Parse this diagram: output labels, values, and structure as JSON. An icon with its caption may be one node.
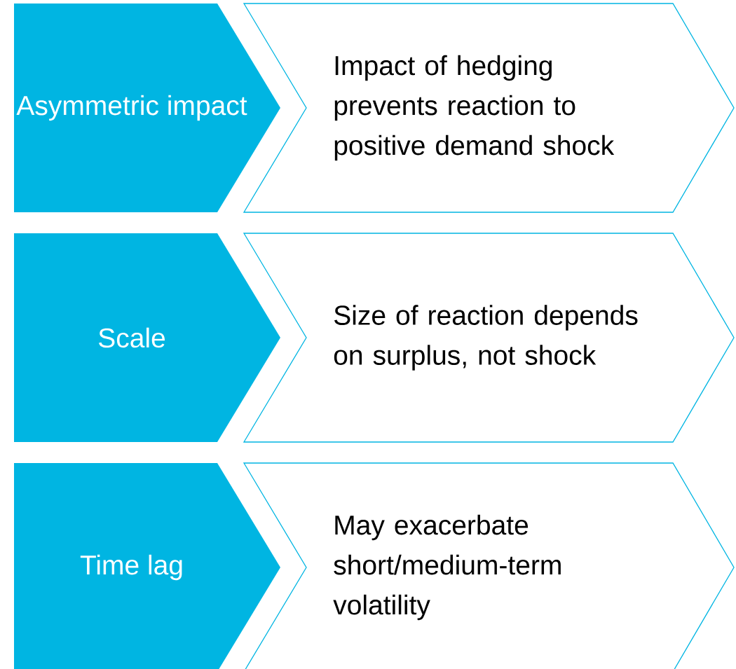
{
  "diagram": {
    "nodes": [
      {
        "text": [
          "Asymmetric impact"
        ]
      },
      {
        "text": [
          "Impact of hedging prevents reaction to positive demand shock"
        ]
      },
      {
        "text": [
          "Scale"
        ]
      },
      {
        "text": [
          "Size of reaction depends on surplus, not shock"
        ]
      },
      {
        "text": [
          "Time lag"
        ]
      },
      {
        "text": [
          "May exacerbate short/medium-term volatility"
        ]
      }
    ]
  }
}
